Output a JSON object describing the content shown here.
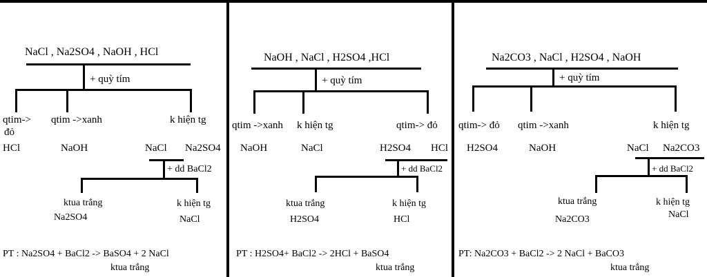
{
  "panels": [
    {
      "header": "NaCl , Na2SO4 , NaOH , HCl",
      "reagent1": "+ quỳ tím",
      "branches": [
        "qtim->",
        "đỏ",
        "qtim ->xanh",
        "k hiện tg"
      ],
      "results": [
        "HCl",
        "NaOH",
        "NaCl",
        "Na2SO4"
      ],
      "reagent2": "+ dd BaCl2",
      "sub_branches": [
        "ktua trắng",
        "k hiện tg"
      ],
      "sub_results": [
        "Na2SO4",
        "NaCl"
      ],
      "equation": "PT : Na2SO4 + BaCl2 -> BaSO4     + 2 NaCl",
      "precipitate": "ktua trắng"
    },
    {
      "header": "NaOH , NaCl , H2SO4 ,HCl",
      "reagent1": "+ quỳ tím",
      "branches": [
        "qtim ->xanh",
        "k hiện tg",
        "qtim-> đỏ"
      ],
      "results": [
        "NaOH",
        "NaCl",
        "H2SO4",
        "HCl"
      ],
      "reagent2": "+ dd BaCl2",
      "sub_branches": [
        "ktua trắng",
        "k hiện tg"
      ],
      "sub_results": [
        "H2SO4",
        "HCl"
      ],
      "equation": "PT : H2SO4+ BaCl2 ->  2HCl + BaSO4",
      "precipitate": "ktua trắng"
    },
    {
      "header": "Na2CO3 , NaCl , H2SO4 , NaOH",
      "reagent1": "+ quỳ tím",
      "branches": [
        "qtim-> đỏ",
        "qtim ->xanh",
        "k hiện tg"
      ],
      "results": [
        "H2SO4",
        "NaOH",
        "NaCl",
        "Na2CO3"
      ],
      "reagent2": "+ dd BaCl2",
      "sub_branches": [
        "ktua trắng",
        "k hiện tg"
      ],
      "sub_results": [
        "Na2CO3",
        "NaCl"
      ],
      "equation": "PT: Na2CO3 + BaCl2 -> 2 NaCl + BaCO3",
      "precipitate": "ktua trắng"
    }
  ]
}
